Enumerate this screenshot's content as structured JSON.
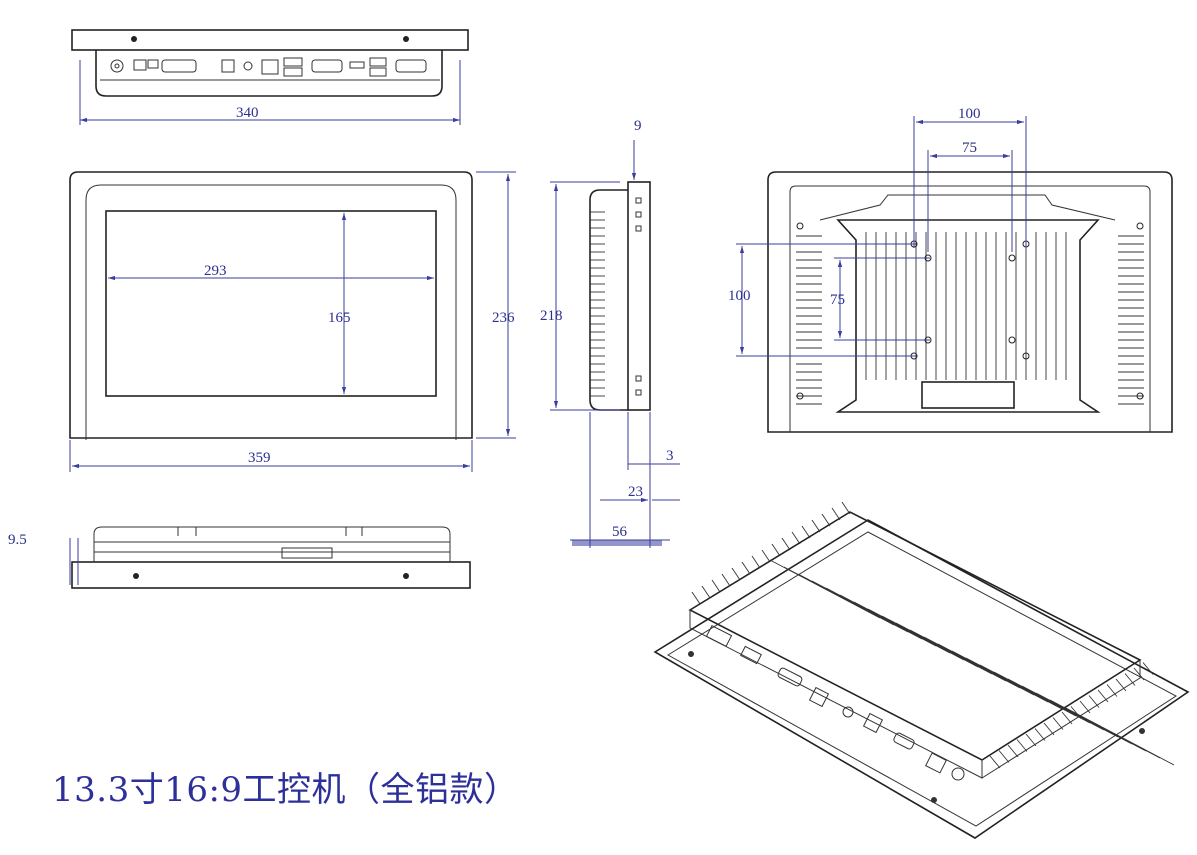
{
  "caption": "13.3寸16:9工控机（全铝款）",
  "colors": {
    "dimension": "#2b2f8f",
    "outline": "#222222",
    "background": "#ffffff"
  },
  "dimensions": {
    "top_width": "340",
    "front_width": "359",
    "front_height": "236",
    "screen_width": "293",
    "screen_height": "165",
    "side_height": "218",
    "side_top": "9",
    "side_bezel": "3",
    "side_body": "23",
    "side_total": "56",
    "bottom_depth": "9.5",
    "vesa_outer_h": "100",
    "vesa_inner_h": "75",
    "vesa_outer_v": "100",
    "vesa_inner_v": "75"
  }
}
